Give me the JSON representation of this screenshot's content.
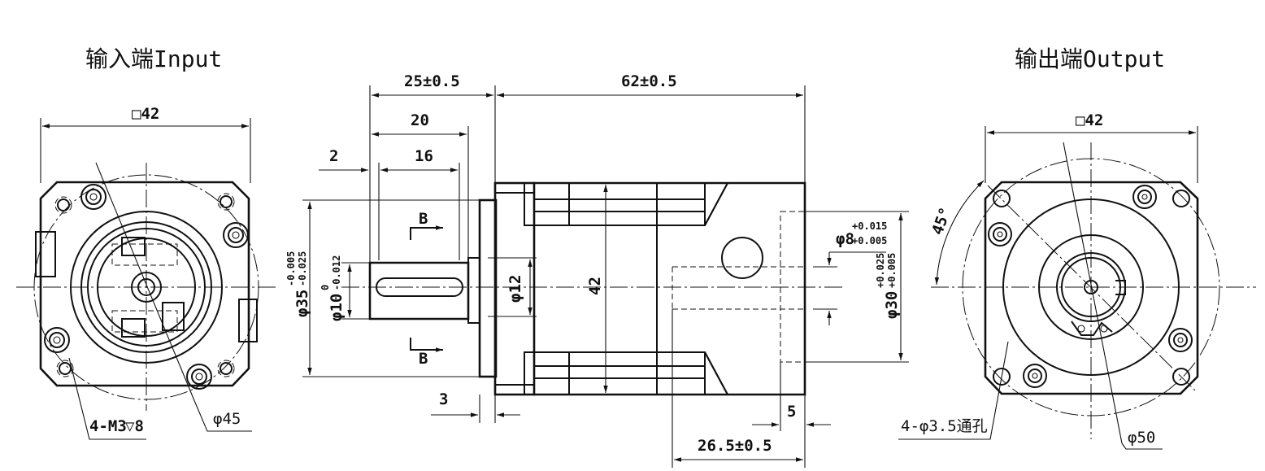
{
  "titles": {
    "input": "输入端Input",
    "output": "输出端Output"
  },
  "input_view": {
    "square": "□42",
    "pcd": "φ45",
    "holes": "4-M3",
    "depth": "▽8"
  },
  "side_view": {
    "len_front": "25±0.5",
    "len_body": "62±0.5",
    "len_key_area": "20",
    "len_key": "16",
    "gap": "2",
    "shoulder": "3",
    "rear_len": "26.5±0.5",
    "rear_step": "5",
    "section": "B",
    "body_height": "42",
    "spigot_dia": "φ12",
    "pilot_base": "φ35",
    "pilot_tol_upper": "-0.005",
    "pilot_tol_lower": "-0.025",
    "shaft_base": "φ10",
    "shaft_tol_upper": "0",
    "shaft_tol_lower": "-0.012",
    "bore_base": "φ8",
    "bore_tol_upper": "+0.015",
    "bore_tol_lower": "+0.005",
    "motor_pilot_base": "φ30",
    "motor_pilot_tol_upper": "+0.025",
    "motor_pilot_tol_lower": "+0.005"
  },
  "output_view": {
    "square": "□42",
    "angle": "45°",
    "holes": "4-φ3.5通孔",
    "pcd": "φ50"
  }
}
